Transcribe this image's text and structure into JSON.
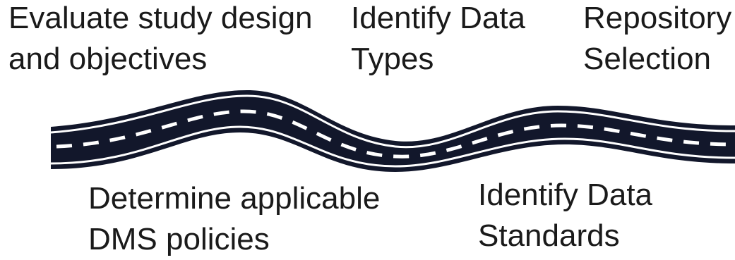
{
  "steps": [
    {
      "line1": "Evaluate study design",
      "line2": "and objectives"
    },
    {
      "line1": "Identify Data",
      "line2": "Types"
    },
    {
      "line1": "Repository",
      "line2": "Selection"
    },
    {
      "line1": "Determine applicable",
      "line2": "DMS policies"
    },
    {
      "line1": "Identify Data",
      "line2": "Standards"
    }
  ],
  "colors": {
    "road": "#12172b",
    "edge": "#ffffff",
    "centerline": "#ffffff",
    "text": "#1a1a1a"
  }
}
